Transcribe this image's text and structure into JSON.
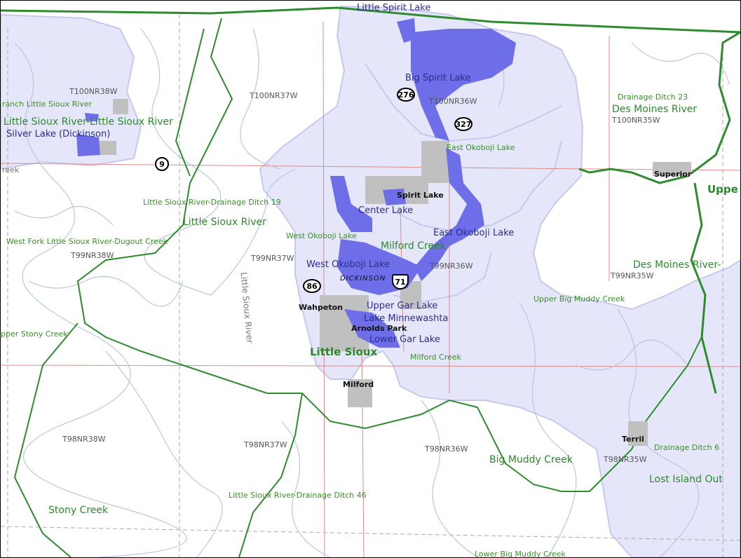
{
  "map": {
    "colors": {
      "background": "#ffffff",
      "watershed": "#e6e6fa",
      "watershed_border": "#c8c8ee",
      "lake": "#6e6ee8",
      "urban": "#c0c0c0",
      "huc_boundary": "#2e8b2e",
      "stream": "#b8c8dc",
      "road": "#e08a8a"
    },
    "top_label": "Little Spirit Lake",
    "water_labels": {
      "big_spirit_lake": "Big Spirit Lake",
      "east_okoboji_lake_1": "East Okoboji Lake",
      "center_lake": "Center Lake",
      "west_okoboji_lake_1": "West Okoboji Lake",
      "east_okoboji_lake_2": "East Okoboji Lake",
      "west_okoboji_lake_2": "West Okoboji Lake",
      "upper_gar_lake": "Upper Gar Lake",
      "lake_minnewashta": "Lake Minnewashta",
      "lower_gar_lake": "Lower Gar Lake",
      "silver_lake": "Silver Lake (Dickinson)"
    },
    "basin_labels": {
      "branch_little_sioux": "ranch Little Sioux River",
      "little_sioux_little_sioux": "Little Sioux River-Little Sioux River",
      "little_sioux_river": "Little Sioux River",
      "ditch_19": "Little Sioux River-Drainage Ditch 19",
      "west_fork": "West Fork Little Sioux River-Dugout Creek",
      "milford_creek_1": "Milford Creek",
      "milford_creek_2": "Milford Creek",
      "little_sioux_bold": "Little Sioux",
      "upper_stony": "pper Stony Creek",
      "stony_creek": "Stony Creek",
      "ditch_46": "Little Sioux River-Drainage Ditch 46",
      "big_muddy_creek": "Big Muddy Creek",
      "upper_big_muddy": "Upper Big Muddy Creek",
      "lower_big_muddy": "Lower Big Muddy Creek",
      "des_moines_river": "Des Moines River",
      "des_moines_river_2": "Des Moines River-",
      "ditch_23": "Drainage Ditch 23",
      "ditch_6": "Drainage Ditch 6",
      "lost_island": "Lost Island Out",
      "upper_edge": "Uppe",
      "creek_edge": "reek"
    },
    "township_labels": {
      "t100nr38w": "T100NR38W",
      "t100nr37w": "T100NR37W",
      "t100nr36w": "T100NR36W",
      "t100nr35w": "T100NR35W",
      "t99nr38w": "T99NR38W",
      "t99nr37w": "T99NR37W",
      "t99nr36w": "T99NR36W",
      "t99nr35w": "T99NR35W",
      "t98nr38w": "T98NR38W",
      "t98nr37w": "T98NR37W",
      "t98nr36w": "T98NR36W",
      "t98nr35w": "T98NR35W"
    },
    "city_labels": {
      "spirit_lake": "Spirit Lake",
      "wahpeton": "Wahpeton",
      "arnolds_park": "Arnolds Park",
      "milford": "Milford",
      "superior": "Superior",
      "terril": "Terril"
    },
    "county_label": "DICKINSON",
    "river_label": "Little Sioux River",
    "shields": {
      "hwy_276": "276",
      "hwy_327": "327",
      "hwy_9": "9",
      "hwy_86": "86",
      "us_71": "71"
    }
  }
}
